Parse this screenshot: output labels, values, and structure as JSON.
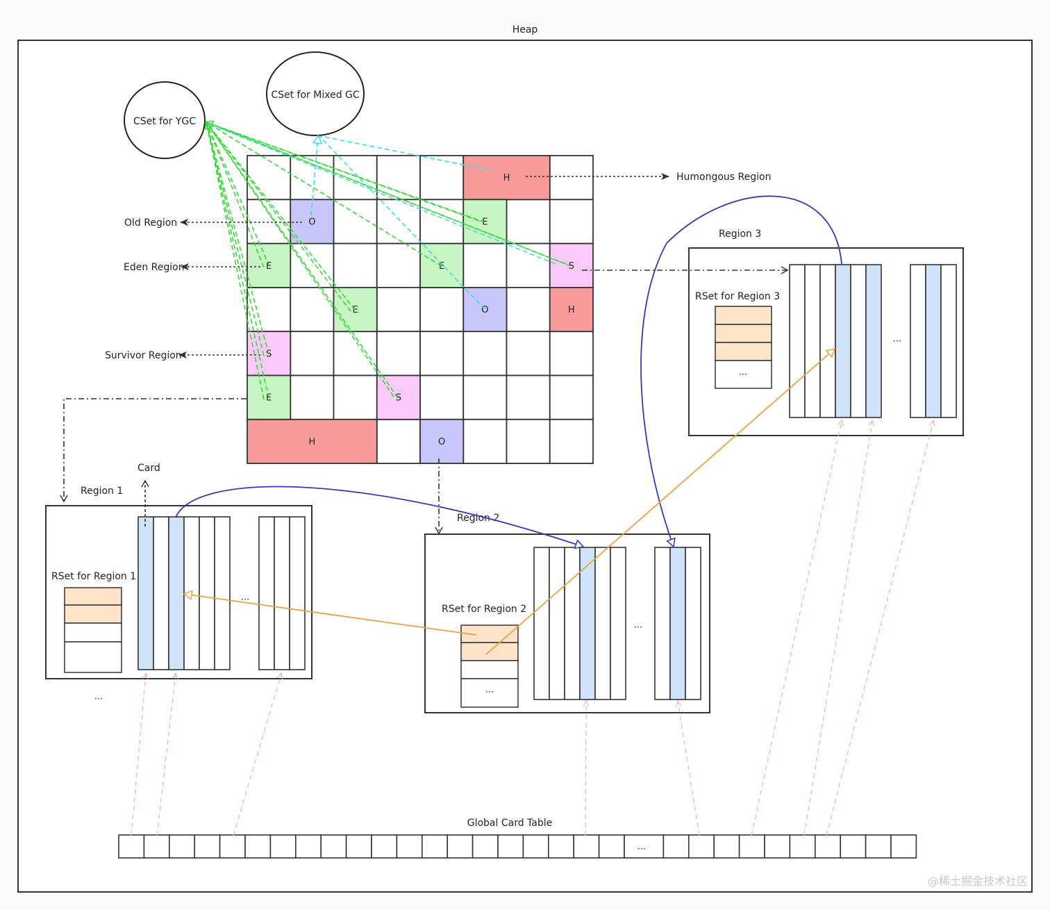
{
  "heap": {
    "title": "Heap"
  },
  "cset": {
    "ygc": "CSet for YGC",
    "mixed": "CSet for Mixed GC"
  },
  "legend": {
    "humongous": "Humongous Region",
    "old": "Old Region",
    "eden": "Eden Region",
    "survivor": "Survivor Region"
  },
  "region_types": {
    "eden": "E",
    "survivor": "S",
    "old": "O",
    "humongous": "H"
  },
  "colors": {
    "eden": "#c7f5c4",
    "survivor": "#fcc9fb",
    "old": "#c8c6fa",
    "humongous": "#fa9b9b",
    "card_dirty": "#cfe4fb",
    "rset_entry": "#fde3c8",
    "ygc_arrow": "#35d935",
    "mixed_arrow": "#3fdde6",
    "ref_arrow": "#3535c0",
    "rset_arrow": "#f0a040",
    "card_table_arrow": "#f2b6b6"
  },
  "grid_cells": [
    {
      "row": 0,
      "col": 5,
      "span": 2,
      "type": "humongous"
    },
    {
      "row": 1,
      "col": 1,
      "span": 1,
      "type": "old"
    },
    {
      "row": 1,
      "col": 5,
      "span": 1,
      "type": "eden"
    },
    {
      "row": 2,
      "col": 0,
      "span": 1,
      "type": "eden"
    },
    {
      "row": 2,
      "col": 4,
      "span": 1,
      "type": "eden"
    },
    {
      "row": 2,
      "col": 7,
      "span": 1,
      "type": "survivor"
    },
    {
      "row": 3,
      "col": 2,
      "span": 1,
      "type": "eden"
    },
    {
      "row": 3,
      "col": 5,
      "span": 1,
      "type": "old"
    },
    {
      "row": 3,
      "col": 7,
      "span": 1,
      "type": "humongous"
    },
    {
      "row": 4,
      "col": 0,
      "span": 1,
      "type": "survivor"
    },
    {
      "row": 5,
      "col": 0,
      "span": 1,
      "type": "eden"
    },
    {
      "row": 5,
      "col": 3,
      "span": 1,
      "type": "survivor"
    },
    {
      "row": 6,
      "col": 0,
      "span": 3,
      "type": "humongous"
    },
    {
      "row": 6,
      "col": 4,
      "span": 1,
      "type": "old"
    }
  ],
  "card_label": "Card",
  "regions": {
    "r1": {
      "title": "Region 1",
      "rset": "RSet for Region 1",
      "ellipsis": "..."
    },
    "r2": {
      "title": "Region 2",
      "rset": "RSet for Region 2",
      "ellipsis": "...",
      "rset_more": "..."
    },
    "r3": {
      "title": "Region 3",
      "rset": "RSet for Region 3",
      "ellipsis": "...",
      "rset_more": "..."
    }
  },
  "below_region1": "...",
  "card_table": {
    "title": "Global Card Table",
    "ellipsis": "..."
  },
  "watermark": "@稀土掘金技术社区"
}
